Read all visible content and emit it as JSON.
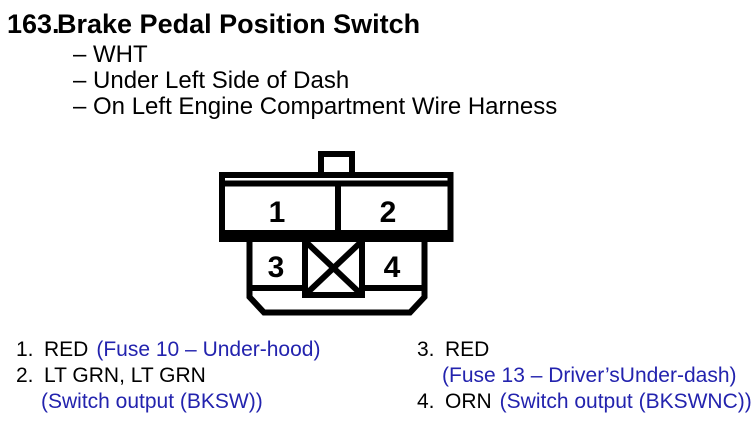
{
  "colors": {
    "ink": "#000000",
    "note_blue": "#2323AE",
    "background": "#FFFFFF"
  },
  "heading": {
    "number": "163.",
    "title": "Brake Pedal Position Switch"
  },
  "details": [
    "– WHT",
    "– Under Left Side of Dash",
    "– On Left Engine Compartment Wire Harness"
  ],
  "connector": {
    "pin1": "1",
    "pin2": "2",
    "pin3": "3",
    "pin4": "4"
  },
  "legend": {
    "pin1": {
      "num": "1.",
      "wire": "RED",
      "note": "(Fuse 10 – Under-hood)"
    },
    "pin2": {
      "num": "2.",
      "wire": "LT GRN, LT GRN",
      "note": "(Switch output (BKSW))"
    },
    "pin3": {
      "num": "3.",
      "wire": "RED",
      "note": "(Fuse 13 – Driver’sUnder-dash)"
    },
    "pin4": {
      "num": "4.",
      "wire": "ORN",
      "note": "(Switch output (BKSWNC))"
    }
  }
}
